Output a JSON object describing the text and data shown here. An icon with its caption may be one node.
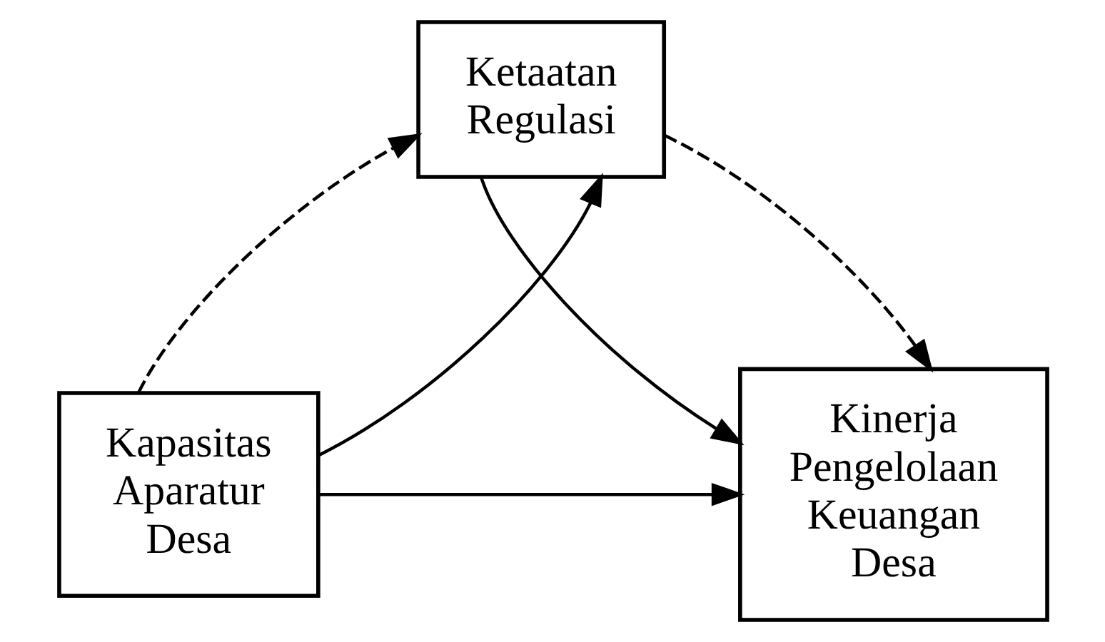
{
  "diagram": {
    "nodes": [
      {
        "text": [
          "Ketaatan Regulasi"
        ]
      },
      {
        "text": [
          "Kapasitas Aparatur Desa"
        ]
      },
      {
        "text": [
          "Kinerja Pengelolaan Keuangan Desa"
        ]
      }
    ],
    "edges": [
      {
        "from": 1,
        "to": 0,
        "arrow": "to",
        "style": "dashed"
      },
      {
        "from": 1,
        "to": 0,
        "arrow": "to"
      },
      {
        "from": 0,
        "to": 2,
        "arrow": "to"
      },
      {
        "from": 0,
        "to": 2,
        "arrow": "to",
        "style": "dashed"
      },
      {
        "from": 1,
        "to": 2,
        "arrow": "to"
      }
    ]
  }
}
